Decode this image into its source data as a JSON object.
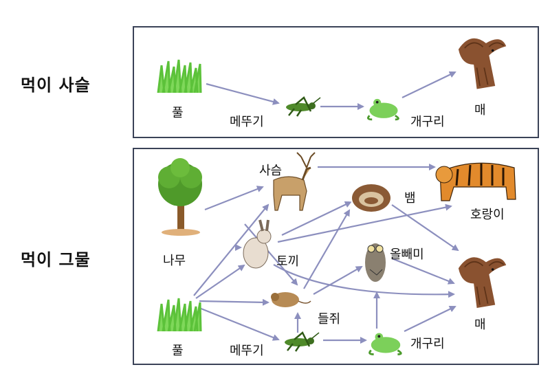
{
  "chain": {
    "title": "먹이 사슬",
    "nodes": {
      "grass": "풀",
      "grasshopper": "메뚜기",
      "frog": "개구리",
      "hawk": "매"
    }
  },
  "web": {
    "title": "먹이 그물",
    "nodes": {
      "tree": "나무",
      "grass": "풀",
      "deer": "사슴",
      "rabbit": "토끼",
      "mouse": "들쥐",
      "grasshopper": "메뚜기",
      "snake": "뱀",
      "owl": "올빼미",
      "frog": "개구리",
      "tiger": "호랑이",
      "hawk": "매"
    }
  },
  "colors": {
    "arrow": "#8c8fbe",
    "frame": "#3a4257",
    "grass": "#5cc23a",
    "leaf": "#4f9a2a"
  }
}
